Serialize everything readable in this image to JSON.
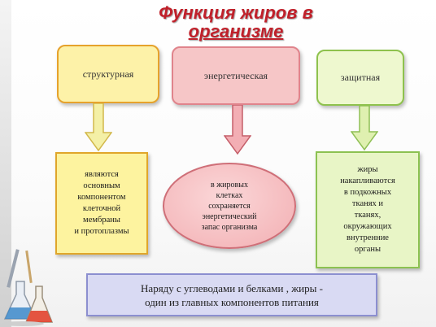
{
  "title": {
    "line1": "Функция жиров в",
    "line2": "организме"
  },
  "categories": [
    {
      "id": "structural",
      "label": "структурная"
    },
    {
      "id": "energy",
      "label": "энергетическая"
    },
    {
      "id": "protective",
      "label": "защитная"
    }
  ],
  "descriptions": {
    "structural": "являются\nосновным\nкомпонентом\nклеточной\nмембраны\nи протоплазмы",
    "energy": "в жировых\nклетках\nсохраняется\nэнергетический\nзапас организма",
    "protective": "жиры\nнакапливаются\nв подкожных\nтканях и\nтканях,\nокружающих\nвнутренние\nорганы"
  },
  "bottom_note": "Наряду с углеводами и белками , жиры -\nодин из главных компонентов питания",
  "colors": {
    "title": "#c0202a",
    "yellow_fill": "#fdf2a8",
    "pink_fill": "#f6c6c7",
    "green_fill": "#eef8cf",
    "note_fill": "#d9daf3"
  }
}
